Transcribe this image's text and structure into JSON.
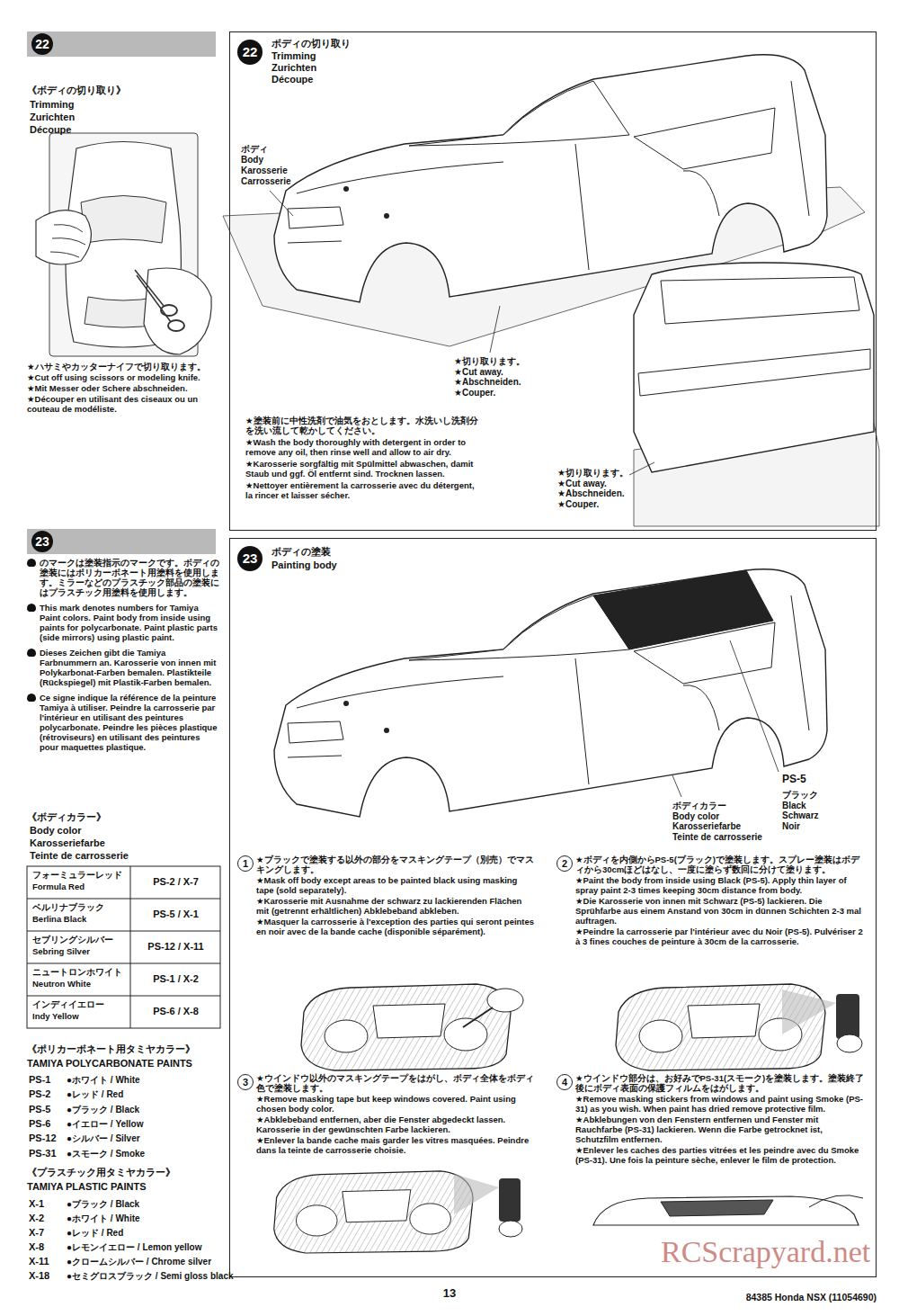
{
  "diagram": {
    "nodes": [
      {
        "text": [
          "22"
        ]
      },
      {
        "text": [
          "23"
        ]
      },
      {
        "text": [
          "22",
          "ボディの切り取り",
          "Trimming",
          "Zurichten",
          "Découpe"
        ]
      },
      {
        "text": [
          "23",
          "ボディの塗装",
          "Painting body"
        ]
      },
      {
        "text": [
          "1"
        ],
        "in": 3
      },
      {
        "text": [
          "2"
        ],
        "in": 3
      },
      {
        "text": [
          "3"
        ],
        "in": 3
      },
      {
        "text": [
          "4"
        ],
        "in": 3
      }
    ],
    "labels": [
      "《ボディの切り取り》",
      "Trimming",
      "Zurichten",
      "Découpe",
      "★ハサミやカッターナイフで切り取ります。",
      "★Cut off using scissors or modeling knife.",
      "★Mit Messer oder Schere abschneiden.",
      "★Découper en utilisant des ciseaux ou un couteau de modéliste.",
      "のマークは塗装指示のマークです。ボディの塗装にはポリカーボネート用塗料を使用します。ミラーなどのプラスチック部品の塗装にはプラスチック用塗料を使用します。",
      "This mark denotes numbers for Tamiya Paint colors. Paint body from inside using paints for polycarbonate. Paint plastic parts (side mirrors) using plastic paint.",
      "Dieses Zeichen gibt die Tamiya Farbnummern an. Karosserie von innen mit Polykarbonat-Farben bemalen. Plastikteile (Rückspiegel) mit Plastik-Farben bemalen.",
      "Ce signe indique la référence de la peinture Tamiya à utiliser. Peindre la carrosserie par l'intérieur en utilisant des peintures polycarbonate. Peindre les pièces plastique (rétroviseurs) en utilisant des peintures pour maquettes plastique.",
      "《ボディカラー》",
      "Body color",
      "Karosseriefarbe",
      "Teinte de carrosserie",
      "フォーミュラーレッド",
      "Formula Red",
      "PS-2 / X-7",
      "ベルリナブラック",
      "Berlina Black",
      "PS-5 / X-1",
      "セブリングシルバー",
      "Sebring Silver",
      "PS-12 / X-11",
      "ニュートロンホワイト",
      "Neutron White",
      "PS-1 / X-2",
      "インディイエロー",
      "Indy Yellow",
      "PS-6 / X-8",
      "《ポリカーボネート用タミヤカラー》",
      "TAMIYA POLYCARBONATE PAINTS",
      "PS-1",
      "●ホワイト / White",
      "PS-2",
      "●レッド / Red",
      "PS-5",
      "●ブラック / Black",
      "PS-6",
      "●イエロー / Yellow",
      "PS-12",
      "●シルバー / Silver",
      "PS-31",
      "●スモーク / Smoke",
      "《プラスチック用タミヤカラー》",
      "TAMIYA PLASTIC PAINTS",
      "X-1",
      "●ブラック / Black",
      "X-2",
      "●ホワイト / White",
      "X-7",
      "●レッド / Red",
      "X-8",
      "●レモンイエロー / Lemon yellow",
      "X-11",
      "●クロームシルバー / Chrome silver",
      "X-18",
      "●セミグロスブラック / Semi gloss black",
      "ボディ",
      "Body",
      "Karosserie",
      "Carrosserie",
      "★切り取ります。",
      "★Cut away.",
      "★Abschneiden.",
      "★Couper.",
      "★塗装前に中性洗剤で油気をおとします。水洗いし洗剤分を洗い流して乾かしてください。",
      "★Wash the body thoroughly with detergent in order to remove any oil, then rinse well and allow to air dry.",
      "★Karosserie sorgfältig mit Spülmittel abwaschen, damit Staub und ggf. Öl entfernt sind. Trocknen lassen.",
      "★Nettoyer entièrement la carrosserie avec du détergent, la rincer et laisser sécher.",
      "★切り取ります。",
      "★Cut away.",
      "★Abschneiden.",
      "★Couper.",
      "PS-5",
      "ブラック",
      "Black",
      "Schwarz",
      "Noir",
      "ボディカラー",
      "Body color",
      "Karosseriefarbe",
      "Teinte de carrosserie",
      "★ブラックで塗装する以外の部分をマスキングテープ（別売）でマスキングします。",
      "★Mask off body except areas to be painted black using masking tape (sold separately).",
      "★Karosserie mit Ausnahme der schwarz zu lackierenden Flächen mit (getrennt erhältlichen) Abklebeband abkleben.",
      "★Masquer la carrosserie à l'exception des parties qui seront peintes en noir avec de la bande cache (disponible séparément).",
      "★ボディを内側からPS-5(ブラック)で塗装します。スプレー塗装はボディから30cmほどはなし、一度に塗らず数回に分けて塗ります。",
      "★Paint the body from inside using Black (PS-5). Apply thin layer of spray paint 2-3 times keeping 30cm distance from body.",
      "★Die Karosserie von innen mit Schwarz (PS-5) lackieren. Die Sprühfarbe aus einem Anstand von 30cm in dünnen Schichten 2-3 mal auftragen.",
      "★Peindre la carrosserie par l'intérieur avec du Noir (PS-5). Pulvériser 2 à 3 fines couches de peinture à 30cm de la carrosserie.",
      "★ウインドウ以外のマスキングテープをはがし、ボディ全体をボディ色で塗装します。",
      "★Remove masking tape but keep windows covered. Paint using chosen body color.",
      "★Abklebeband entfernen, aber die Fenster abgedeckt lassen. Karosserie in der gewünschten Farbe lackieren.",
      "★Enlever la bande cache mais garder les vitres masquées. Peindre dans la teinte de carrosserie choisie.",
      "★ウインドウ部分は、お好みでPS-31(スモーク)を塗装します。塗装終了後にボディ表面の保護フィルムをはがします。",
      "★Remove masking stickers from windows and paint using Smoke (PS-31) as you wish. When paint has dried remove protective film.",
      "★Abklebungen von den Fenstern entfernen und Fenster mit Rauchfarbe (PS-31) lackieren. Wenn die Farbe getrocknet ist, Schutzfilm entfernen.",
      "★Enlever les caches des parties vitrées et les peindre avec du Smoke (PS-31). Une fois la peinture sèche, enlever le film de protection.",
      "13",
      "84385 Honda NSX (11054690)",
      "RCScrapyard.net"
    ]
  }
}
